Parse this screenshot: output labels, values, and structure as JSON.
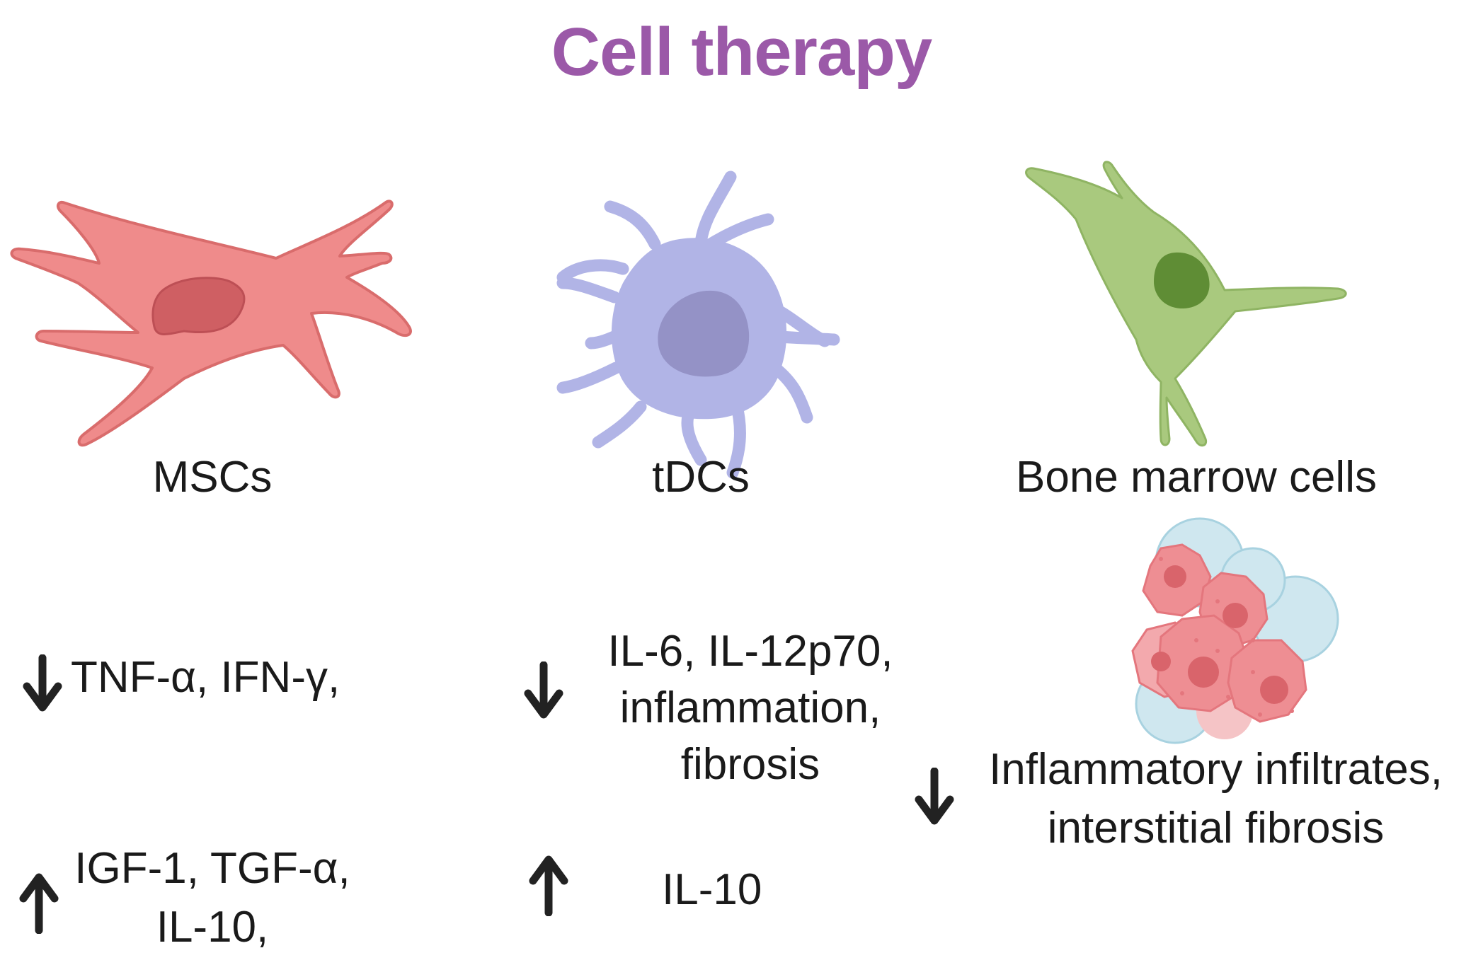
{
  "title": "Cell therapy",
  "colors": {
    "title": "#9b59a8",
    "msc_body": "#ef8b8b",
    "msc_outline": "#d96c6c",
    "msc_nucleus": "#cf5f63",
    "tdc_body": "#b1b4e6",
    "tdc_outline": "#9c9fd8",
    "tdc_nucleus": "#9492c6",
    "bm_body": "#a9c97e",
    "bm_outline": "#8fb463",
    "bm_nucleus": "#5f8d35",
    "cluster_red": "#ee8e93",
    "cluster_blue": "#cfe7ef",
    "arrow": "#222222"
  },
  "icons": {
    "msc": "mesenchymal-stem-cell-icon",
    "tdc": "dendritic-cell-icon",
    "bone_marrow": "neuron-like-bone-marrow-cell-icon",
    "infiltrate": "inflammatory-cell-cluster-icon",
    "down": "down-arrow-icon",
    "up": "up-arrow-icon"
  },
  "cells": [
    {
      "label": "MSCs",
      "down": [
        "TNF-α, IFN-γ,"
      ],
      "up": [
        "IGF-1, TGF-α,",
        "IL-10,"
      ]
    },
    {
      "label": "tDCs",
      "down": [
        "IL-6,  IL-12p70,",
        "inflammation,",
        "fibrosis"
      ],
      "up": [
        "IL-10"
      ]
    },
    {
      "label": "Bone marrow cells",
      "down": [
        "Inflammatory infiltrates,",
        "interstitial fibrosis"
      ]
    }
  ]
}
